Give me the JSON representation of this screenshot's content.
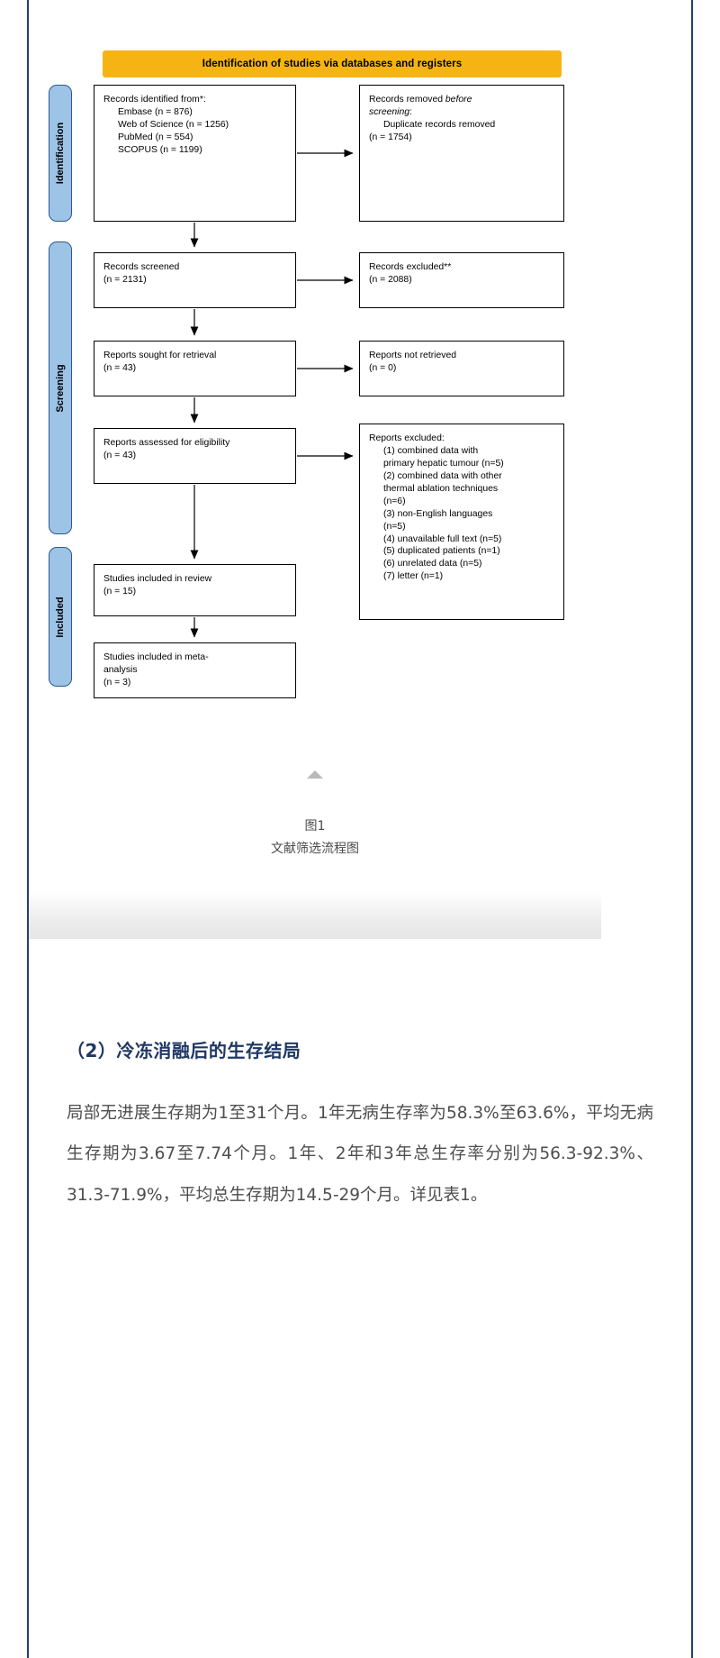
{
  "figure": {
    "banner": "Identification of studies via databases and registers",
    "stages": [
      {
        "id": "identification",
        "label": "Identification"
      },
      {
        "id": "screening",
        "label": "Screening"
      },
      {
        "id": "included",
        "label": "Included"
      }
    ],
    "boxes": {
      "records_identified": {
        "title": "Records identified from*:",
        "items": [
          "Embase (n = 876)",
          "Web of Science (n = 1256)",
          "PubMed (n = 554)",
          "SCOPUS (n = 1199)"
        ]
      },
      "records_removed": {
        "title_part1": "Records removed ",
        "title_italic1": "before",
        "title_italic2": "screening",
        "title_part2": ":",
        "items": [
          "Duplicate records removed",
          "(n = 1754)"
        ]
      },
      "records_screened": {
        "title": "Records screened",
        "count": "(n = 2131)"
      },
      "records_excluded": {
        "title": "Records excluded**",
        "count": "(n = 2088)"
      },
      "reports_sought": {
        "title": "Reports sought for retrieval",
        "count": "(n = 43)"
      },
      "reports_not_retrieved": {
        "title": "Reports not retrieved",
        "count": "(n = 0)"
      },
      "reports_assessed": {
        "title": "Reports assessed for eligibility",
        "count": "(n = 43)"
      },
      "reports_excluded": {
        "title": "Reports excluded:",
        "items": [
          "(1) combined data with",
          "primary hepatic tumour (n=5)",
          "(2) combined data with other",
          "thermal ablation techniques",
          "(n=6)",
          "(3) non-English languages",
          "(n=5)",
          "(4) unavailable full text (n=5)",
          "(5) duplicated patients (n=1)",
          "(6) unrelated data (n=5)",
          "(7) letter (n=1)"
        ]
      },
      "studies_included_review": {
        "title": "Studies included in review",
        "count": "(n = 15)"
      },
      "studies_included_meta": {
        "title": "Studies included in meta-",
        "title2": "analysis",
        "count": "(n = 3)"
      }
    },
    "caption_number": "图1",
    "caption_text": "文献筛选流程图"
  },
  "article": {
    "heading": "（2）冷冻消融后的生存结局",
    "paragraph": "局部无进展生存期为1至31个月。1年无病生存率为58.3%至63.6%，平均无病生存期为3.67至7.74个月。1年、2年和3年总生存率分别为56.3-92.3%、31.3-71.9%，平均总生存期为14.5-29个月。详见表1。"
  },
  "colors": {
    "banner": "#f5b414",
    "stage_fill": "#9dc3e6",
    "stage_border": "#2a5a8c",
    "page_rule": "#24406b",
    "heading": "#1f3864",
    "body_text": "#4d4d4d",
    "caret": "#b9b9b9"
  }
}
